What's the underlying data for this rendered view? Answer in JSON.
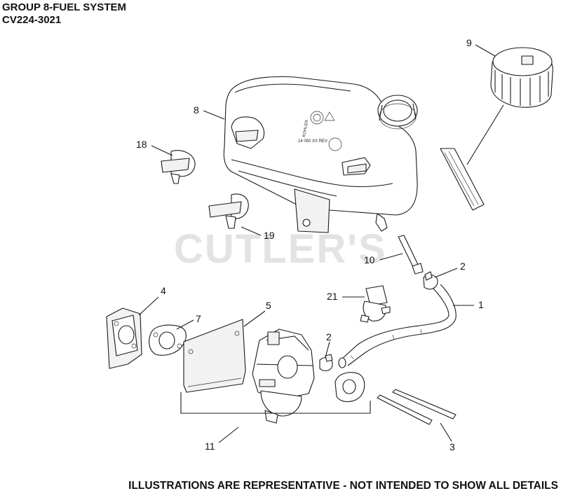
{
  "header": {
    "line1": "GROUP 8-FUEL SYSTEM",
    "line2": "CV224-3021"
  },
  "watermark": "CUTLER'S",
  "footer": "ILLUSTRATIONS ARE REPRESENTATIVE - NOT INTENDED TO SHOW ALL DETAILS",
  "callouts": {
    "c1": "1",
    "c2a": "2",
    "c2b": "2",
    "c3": "3",
    "c4": "4",
    "c5": "5",
    "c7": "7",
    "c8": "8",
    "c9": "9",
    "c10": "10",
    "c11": "11",
    "c18": "18",
    "c19": "19",
    "c21": "21"
  },
  "tank_markings": {
    "brand": "KOHLER",
    "code": "14 050 XX REV"
  }
}
